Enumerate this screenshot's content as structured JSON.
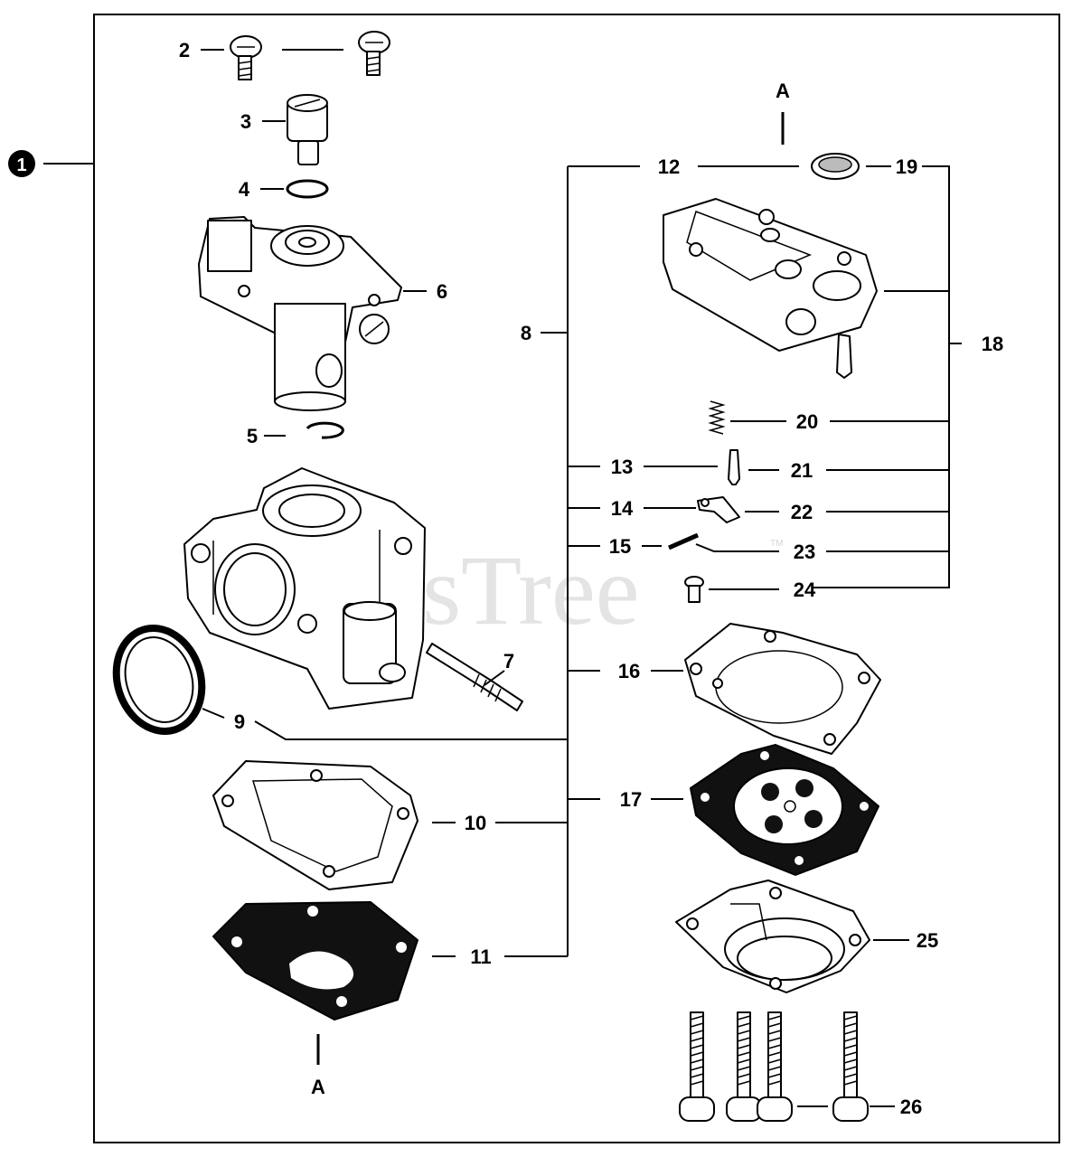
{
  "diagram": {
    "kit_number": "1",
    "reference_marker": "A",
    "watermark": "PartsTree",
    "trademark": "TM",
    "callouts": {
      "c2": "2",
      "c3": "3",
      "c4": "4",
      "c5": "5",
      "c6": "6",
      "c7": "7",
      "c8": "8",
      "c9": "9",
      "c10": "10",
      "c11": "11",
      "c12": "12",
      "c13": "13",
      "c14": "14",
      "c15": "15",
      "c16": "16",
      "c17": "17",
      "c18": "18",
      "c19": "19",
      "c20": "20",
      "c21": "21",
      "c22": "22",
      "c23": "23",
      "c24": "24",
      "c25": "25",
      "c26": "26"
    }
  }
}
